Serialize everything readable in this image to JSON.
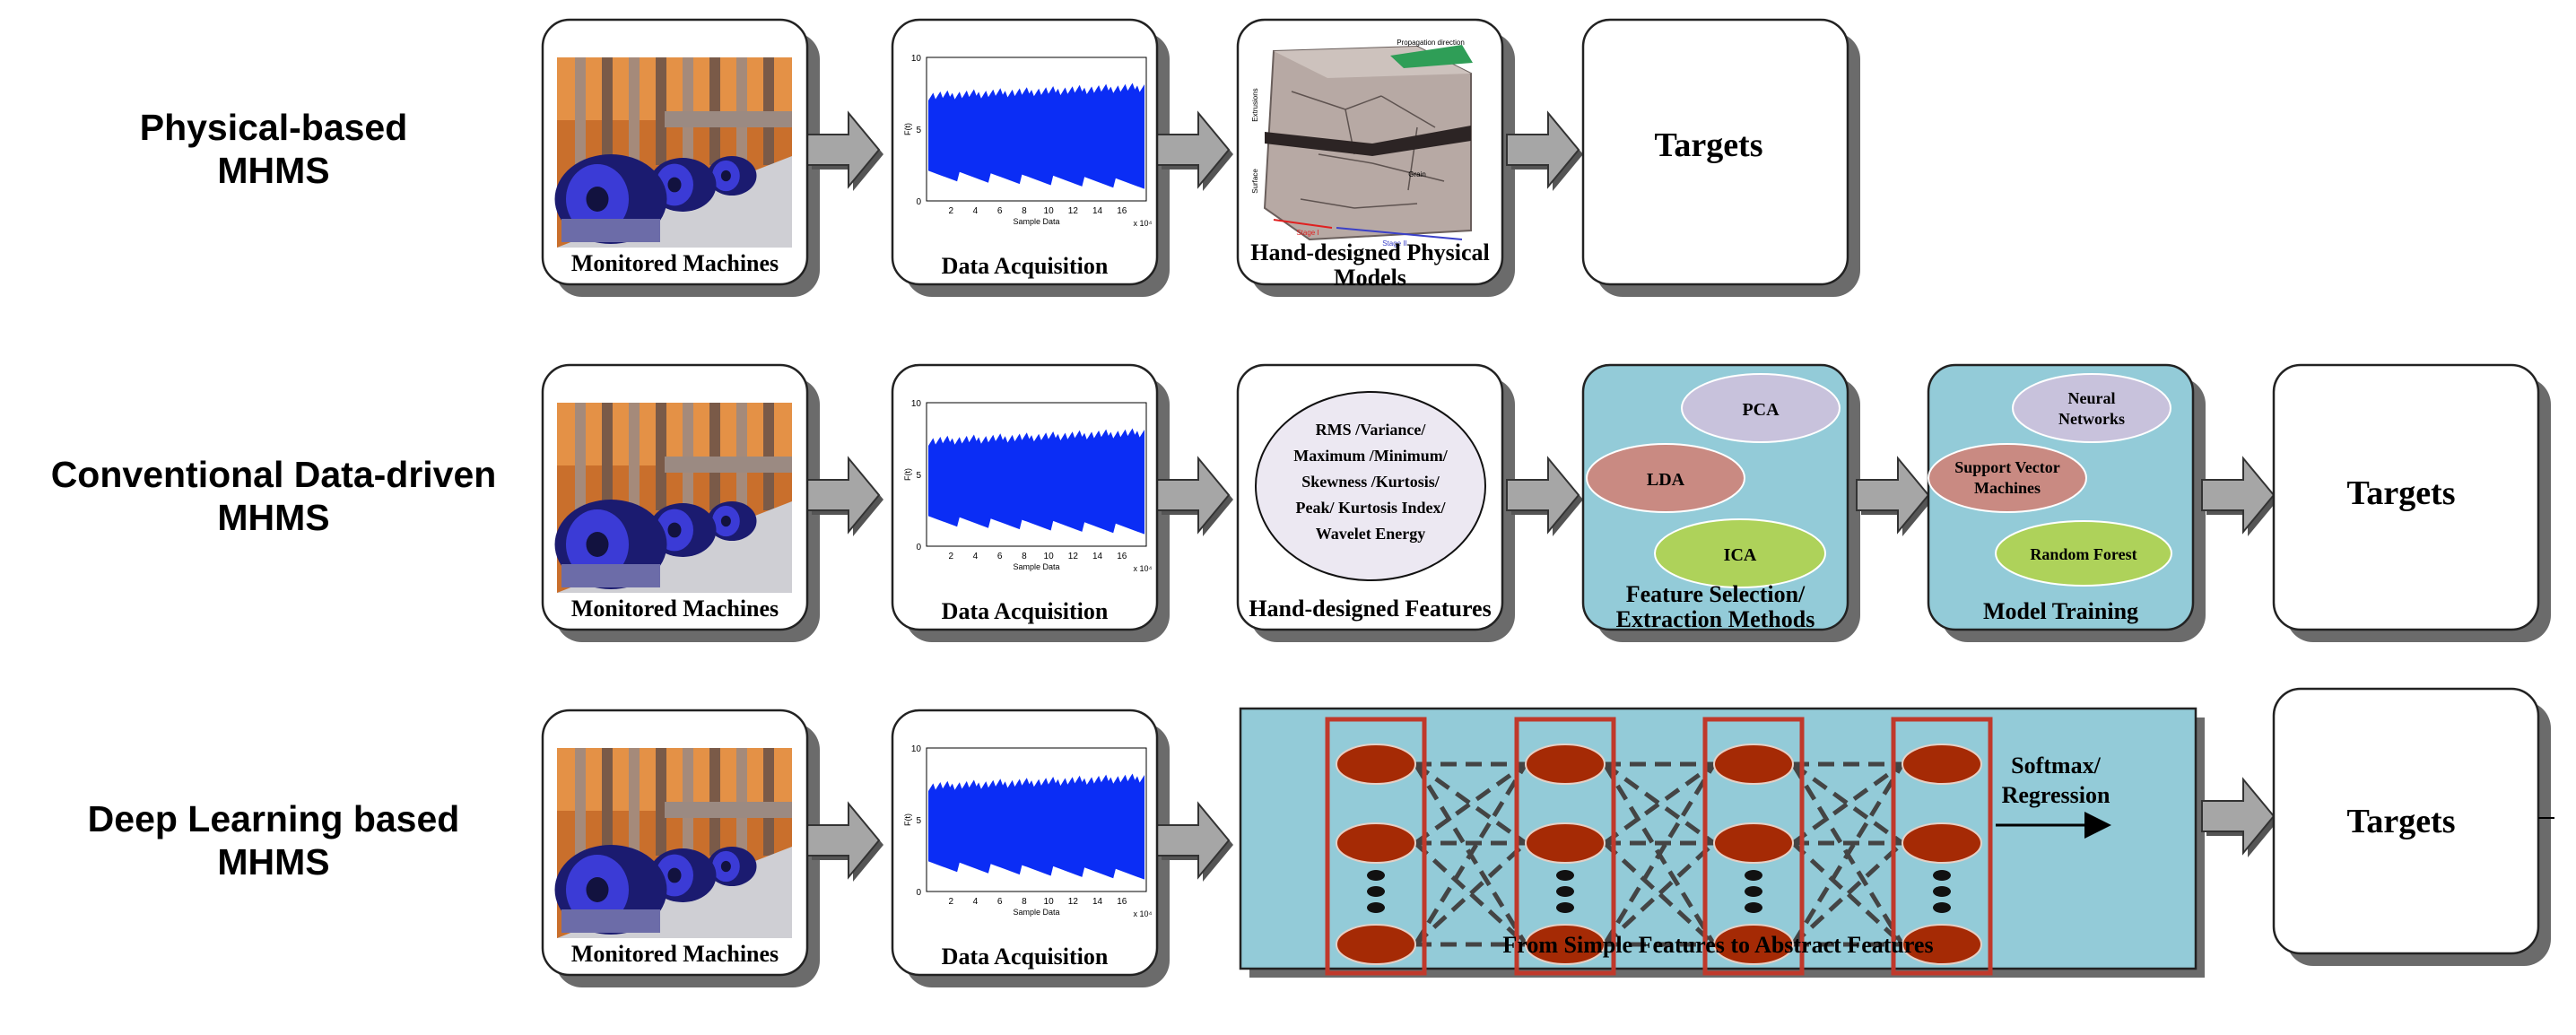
{
  "rows": [
    {
      "label": "Physical-based\nMHMS"
    },
    {
      "label": "Conventional Data-driven\nMHMS"
    },
    {
      "label": "Deep Learning based\nMHMS"
    }
  ],
  "captions": {
    "monitored_machines": "Monitored Machines",
    "data_acquisition": "Data Acquisition",
    "physical_models_line1": "Hand-designed Physical",
    "physical_models_line2": "Models",
    "hand_features": "Hand-designed Features",
    "feature_selection_line1": "Feature Selection/",
    "feature_selection_line2": "Extraction Methods",
    "model_training": "Model Training",
    "targets": "Targets",
    "deep_caption": "From Simple Features to Abstract Features",
    "softmax_line1": "Softmax/",
    "softmax_line2": "Regression"
  },
  "hand_features_list": [
    "RMS /Variance/",
    "Maximum /Minimum/",
    "Skewness /Kurtosis/",
    "Peak/ Kurtosis Index/",
    "Wavelet Energy"
  ],
  "feature_methods": {
    "pca": "PCA",
    "lda": "LDA",
    "ica": "ICA"
  },
  "models": {
    "nn_line1": "Neural",
    "nn_line2": "Networks",
    "svm_line1": "Support Vector",
    "svm_line2": "Machines",
    "rf": "Random Forest"
  },
  "signal_plot": {
    "yticks": [
      "10",
      "5",
      "0"
    ],
    "xticks": [
      "2",
      "4",
      "6",
      "8",
      "10",
      "12",
      "14",
      "16"
    ],
    "xlabel": "Sample Data",
    "ylabel": "F(t)",
    "xexp": "x 10⁴"
  },
  "physical_model_labels": {
    "propagation": "Propagation direction",
    "extrusions": "Extrusions",
    "surface": "Surface",
    "grain": "Grain",
    "stage1": "Stage I",
    "stage2": "Stage II"
  },
  "colors": {
    "panel_blue": "#93cbd8",
    "signal_blue": "#0b2df5",
    "neuron": "#a52a05",
    "layer_box": "#c0392b",
    "pca": "#c8c2dc",
    "lda": "#c98a82",
    "ica": "#aed25a",
    "arrow": "#a6a6a6"
  }
}
